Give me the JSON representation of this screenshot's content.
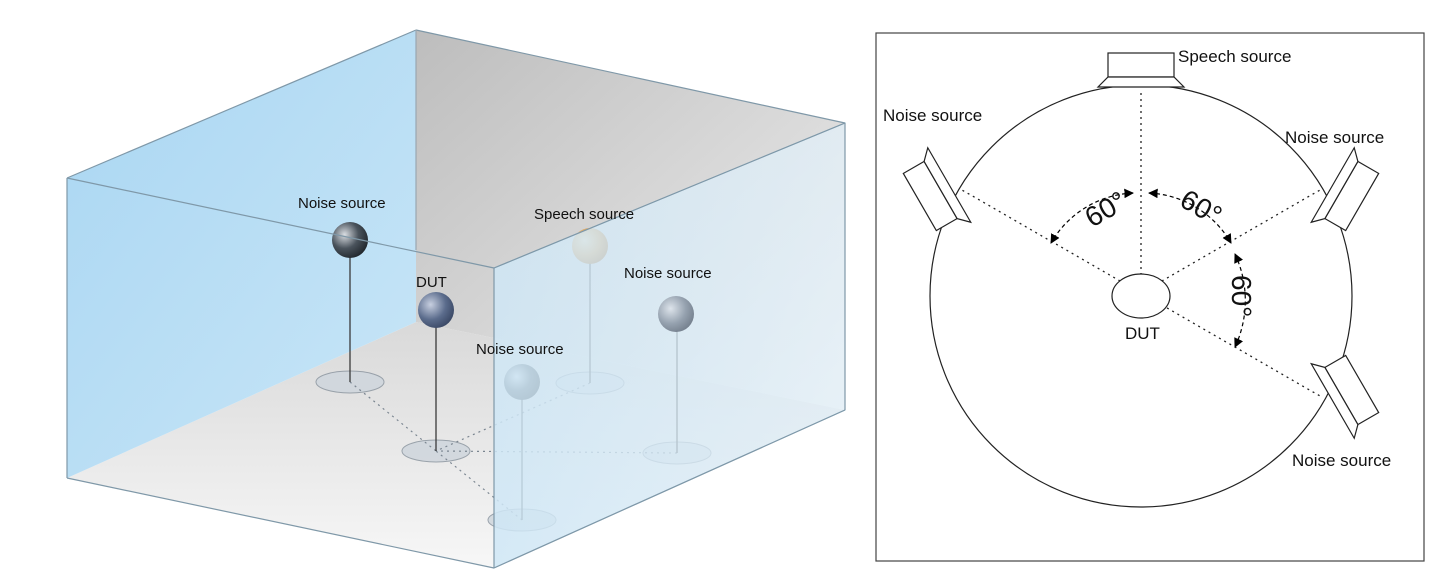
{
  "room_view": {
    "labels": {
      "noise_left": "Noise source",
      "speech": "Speech source",
      "noise_right": "Noise source",
      "dut": "DUT",
      "noise_front": "Noise source"
    },
    "colors": {
      "back_wall_left": "#b4dcf3",
      "back_wall_right": "#d6d6d6",
      "floor": "#e6e6e6",
      "glass_side": "#cde6f5",
      "speech_ball": "#d99a4c",
      "dut_ball": "#5b6c8c",
      "noise_ball_dark": "#3d4650",
      "noise_ball_light": "#8c98a6"
    }
  },
  "top_view": {
    "labels": {
      "speech": "Speech source",
      "noise_top_left": "Noise source",
      "noise_top_right": "Noise source",
      "noise_bottom_right": "Noise source",
      "dut": "DUT"
    },
    "angles": {
      "a1": "60°",
      "a2": "60°",
      "a3": "60°"
    }
  }
}
